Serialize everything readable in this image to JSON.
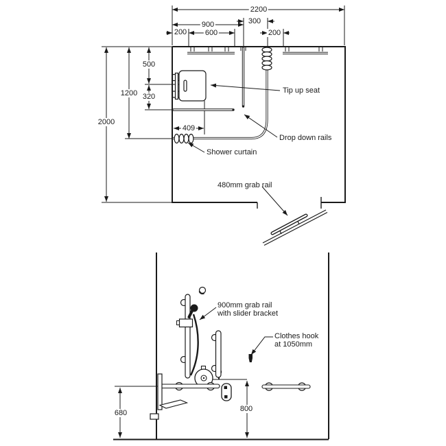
{
  "colors": {
    "ink": "#1a1a1a",
    "paper": "#ffffff"
  },
  "plan": {
    "dims": {
      "overall_width": "2200",
      "wall_to_drop_rail": "900",
      "drop_rail_to_curtain_rail": "300",
      "left_offset": "200",
      "grab_rail_length": "600",
      "right_offset": "200",
      "room_depth": "2000",
      "curtain_rail_depth": "1200",
      "wall_to_seat_centre": "500",
      "seat_centre_to_drop_rail": "320",
      "seat_projection": "409"
    },
    "labels": {
      "tip_up_seat": "Tip up seat",
      "drop_down_rails": "Drop down rails",
      "shower_curtain": "Shower curtain",
      "grab_rail_480": "480mm grab rail"
    }
  },
  "elevation": {
    "dims": {
      "rail_height": "680",
      "control_height": "800"
    },
    "labels": {
      "grab_rail_900_line1": "900mm grab rail",
      "grab_rail_900_line2": "with slider bracket",
      "clothes_hook_line1": "Clothes hook",
      "clothes_hook_line2": "at 1050mm"
    }
  }
}
